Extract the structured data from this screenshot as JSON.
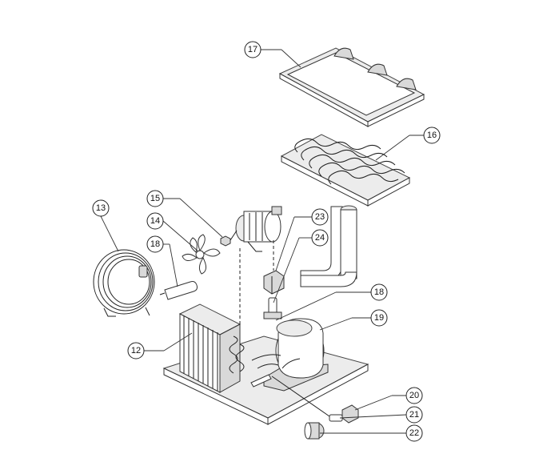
{
  "callouts": {
    "c17": "17",
    "c16": "16",
    "c13": "13",
    "c15": "15",
    "c14": "14",
    "c18a": "18",
    "c23": "23",
    "c24": "24",
    "c18b": "18",
    "c19": "19",
    "c12": "12",
    "c20": "20",
    "c21": "21",
    "c22": "22"
  }
}
